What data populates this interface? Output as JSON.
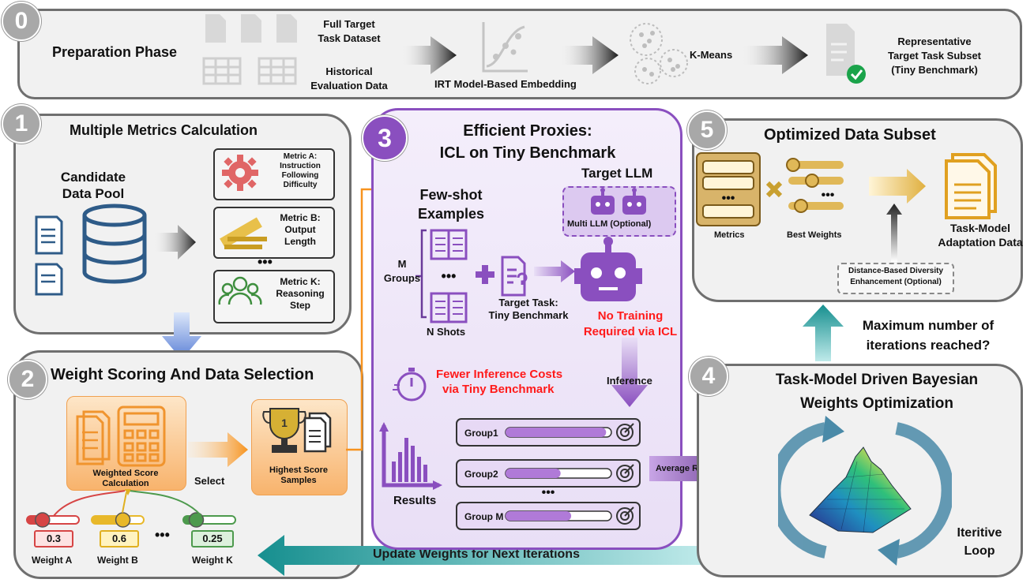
{
  "phase0": {
    "badge": "0",
    "title": "Preparation Phase",
    "full_dataset": [
      "Full Target",
      "Task Dataset"
    ],
    "historical": [
      "Historical",
      "Evaluation Data"
    ],
    "irt": "IRT Model-Based Embedding",
    "kmeans": "K-Means",
    "subset": [
      "Representative",
      "Target Task Subset",
      "(Tiny Benchmark)"
    ]
  },
  "panel1": {
    "badge": "1",
    "title": "Multiple Metrics Calculation",
    "pool": [
      "Candidate",
      "Data Pool"
    ],
    "metrics": [
      {
        "lines": [
          "Metric A:",
          "Instruction",
          "Following",
          "Difficulty"
        ],
        "icon": "gear-icon",
        "color": "#e06666"
      },
      {
        "lines": [
          "Metric B:",
          "Output",
          "Length"
        ],
        "icon": "ruler-icon",
        "color": "#e8c04a"
      },
      {
        "lines": [
          "Metric K:",
          "Reasoning",
          "Step"
        ],
        "icon": "people-icon",
        "color": "#3f8f3f"
      }
    ],
    "ellipsis": "•••"
  },
  "panel2": {
    "badge": "2",
    "title": "Weight Scoring And Data Selection",
    "weighted": [
      "Weighted Score",
      "Calculation"
    ],
    "select": "Select",
    "highest": [
      "Highest Score",
      "Samples"
    ],
    "weights": [
      {
        "value": "0.3",
        "label": "Weight A",
        "color": "#d64545",
        "level": 0.3
      },
      {
        "value": "0.6",
        "label": "Weight B",
        "color": "#e8b82a",
        "level": 0.6
      },
      {
        "value": "0.25",
        "label": "Weight K",
        "color": "#4d9a4d",
        "level": 0.25
      }
    ],
    "ellipsis": "•••",
    "update": "Update Weights for Next Iterations"
  },
  "panel3": {
    "badge": "3",
    "title": [
      "Efficient Proxies:",
      "ICL on Tiny Benchmark"
    ],
    "target_llm": "Target LLM",
    "few_shot": [
      "Few-shot",
      "Examples"
    ],
    "multi_llm": "Multi LLM (Optional)",
    "m_groups": [
      "M",
      "Groups"
    ],
    "n_shots": "N Shots",
    "target_task": [
      "Target Task:",
      "Tiny Benchmark"
    ],
    "no_training": [
      "No Training",
      "Required via ICL"
    ],
    "fewer_costs": [
      "Fewer Inference Costs",
      "via Tiny Benchmark"
    ],
    "inference": "Inference",
    "results": "Results",
    "groups": [
      {
        "name": "Group1",
        "level": 0.95
      },
      {
        "name": "Group2",
        "level": 0.52
      },
      {
        "name": "Group M",
        "level": 0.62
      }
    ],
    "ellipsis": "•••",
    "average": "Average Results",
    "accent": "#8a4fbf",
    "red": "#ff1a1a"
  },
  "panel4": {
    "badge": "4",
    "title": [
      "Task-Model Driven Bayesian",
      "Weights Optimization"
    ],
    "loop": [
      "Iteritive",
      "Loop"
    ],
    "max_iter": [
      "Maximum number of",
      "iterations reached?"
    ]
  },
  "panel5": {
    "badge": "5",
    "title": "Optimized Data Subset",
    "metrics": "Metrics",
    "best_weights": "Best Weights",
    "diversity": [
      "Distance-Based Diversity",
      "Enhancement (Optional)"
    ],
    "adaptation": [
      "Task-Model",
      "Adaptation Data"
    ],
    "ellipsis": "•••"
  }
}
